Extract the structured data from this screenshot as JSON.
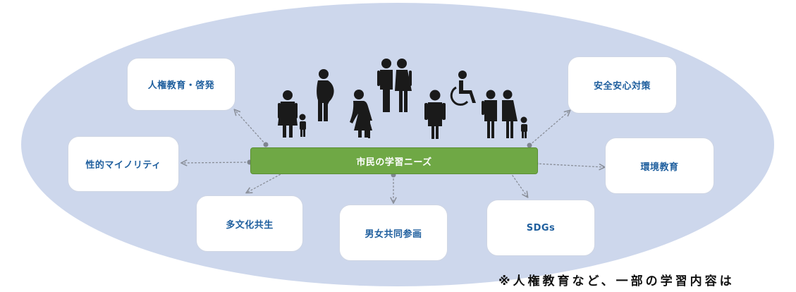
{
  "diagram": {
    "center_label": "市民の学習ニーズ",
    "topics": {
      "human_rights": "人権教育・啓発",
      "sexual_minority": "性的マイノリティ",
      "multicultural": "多文化共生",
      "gender_equality": "男女共同参画",
      "sdgs": "SDGs",
      "environment": "環境教育",
      "safety": "安全安心対策"
    },
    "footnote": "※人権教育など、一部の学習内容は"
  },
  "colors": {
    "ellipse": "#cdd7ec",
    "center_bar": "#6fa845",
    "topic_text": "#1f5f9e",
    "arrow": "#8a8f99",
    "people": "#1a1a1a"
  },
  "icons": [
    "parent-with-child-icon",
    "pregnant-woman-icon",
    "elderly-with-cane-icon",
    "couple-icon",
    "man-icon",
    "wheelchair-user-icon",
    "family-icon"
  ]
}
